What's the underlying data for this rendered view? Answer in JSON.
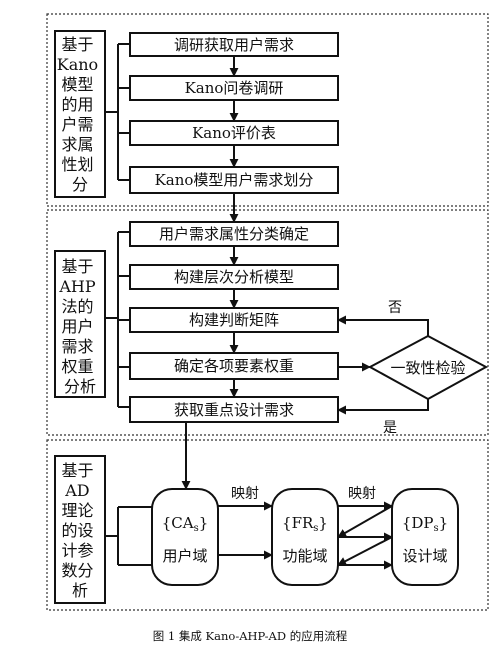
{
  "sections": [
    {
      "id": "kano",
      "label": [
        "基于",
        "Kano",
        "模型",
        "的用",
        "户需",
        "求属",
        "性划",
        "分"
      ]
    },
    {
      "id": "ahp",
      "label": [
        "基于",
        "AHP",
        "法的",
        "用户",
        "需求",
        "权重",
        "分析"
      ]
    },
    {
      "id": "ad",
      "label": [
        "基于",
        "AD",
        "理论",
        "的设",
        "计参",
        "数分",
        "析"
      ]
    }
  ],
  "kano_steps": [
    "调研获取用户需求",
    "Kano问卷调研",
    "Kano评价表",
    "Kano模型用户需求划分"
  ],
  "ahp_steps": [
    "用户需求属性分类确定",
    "构建层次分析模型",
    "构建判断矩阵",
    "确定各项要素权重",
    "获取重点设计需求"
  ],
  "check": {
    "label": "一致性检验",
    "no": "否",
    "yes": "是"
  },
  "domains": [
    {
      "id": "ca",
      "code_main": "CA",
      "code_sub": "s",
      "name": "用户域"
    },
    {
      "id": "fr",
      "code_main": "FR",
      "code_sub": "s",
      "name": "功能域"
    },
    {
      "id": "dp",
      "code_main": "DP",
      "code_sub": "s",
      "name": "设计域"
    }
  ],
  "mapping_label": "映射",
  "caption": "图 1 集成 Kano-AHP-AD 的应用流程"
}
